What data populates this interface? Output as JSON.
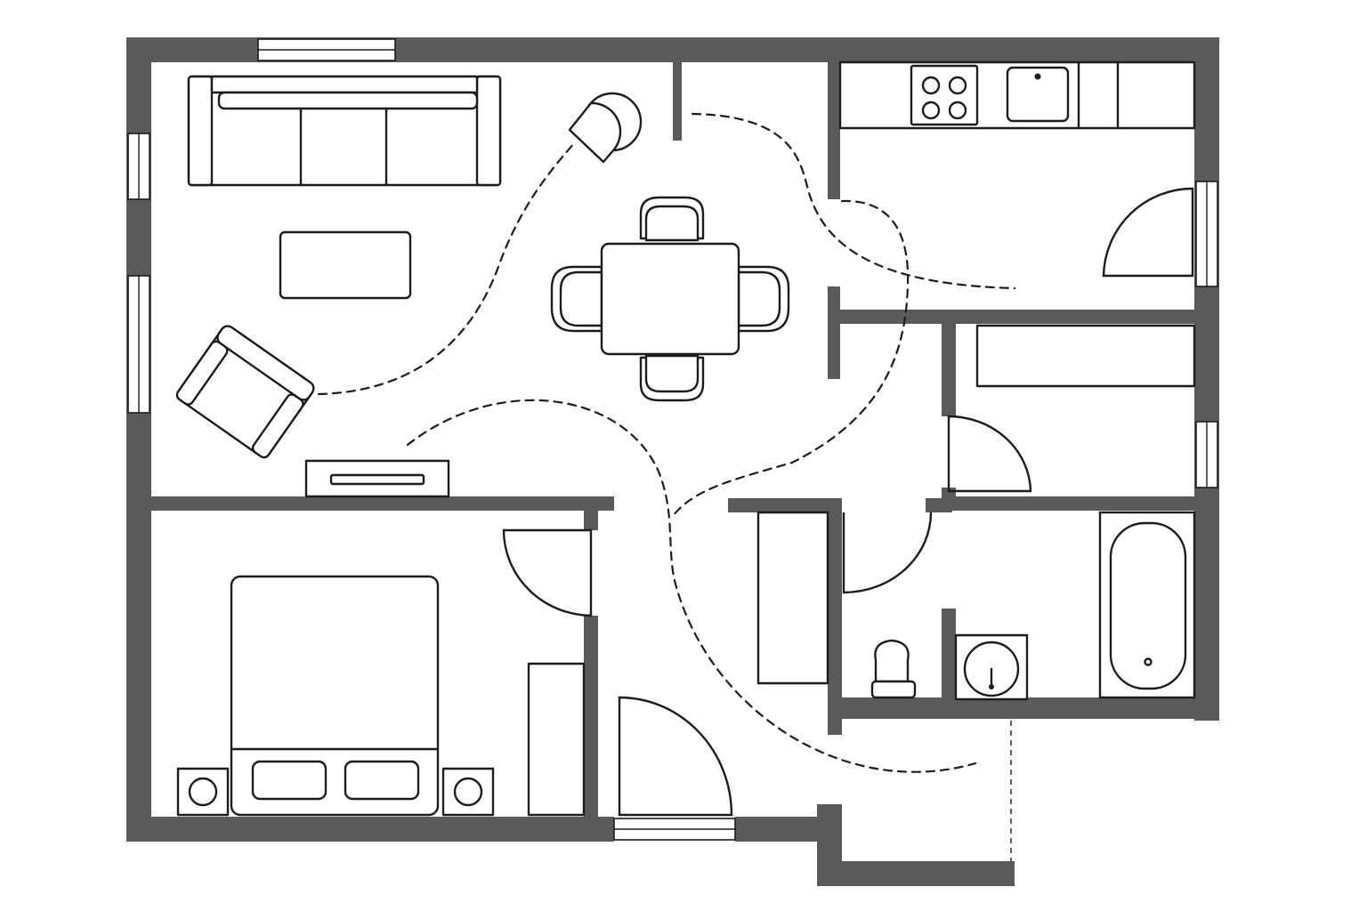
{
  "drawing": {
    "wall_color": "#5a5a5a",
    "line_color": "#1c1c1c",
    "background": "#ffffff"
  },
  "rooms": [
    {
      "name": "living-room",
      "furniture": [
        "sofa-icon",
        "coffee-table-icon",
        "armchair-icon",
        "floor-lamp-icon",
        "tv-console-icon"
      ]
    },
    {
      "name": "dining-area",
      "furniture": [
        "dining-table-icon",
        "chair-icon"
      ]
    },
    {
      "name": "kitchen",
      "furniture": [
        "stove-icon",
        "sink-icon",
        "counter-icon"
      ]
    },
    {
      "name": "bedroom",
      "furniture": [
        "bed-icon",
        "pillow-icon",
        "nightstand-icon",
        "wardrobe-icon"
      ]
    },
    {
      "name": "closet",
      "furniture": [
        "shelf-icon"
      ]
    },
    {
      "name": "bathroom",
      "furniture": [
        "bathtub-icon",
        "toilet-icon",
        "washbasin-icon"
      ]
    },
    {
      "name": "storage",
      "furniture": [
        "cabinet-icon"
      ]
    },
    {
      "name": "entrance",
      "furniture": []
    }
  ],
  "circulation": {
    "style": "dashed",
    "paths": 5
  },
  "doors": 7,
  "windows": 7
}
